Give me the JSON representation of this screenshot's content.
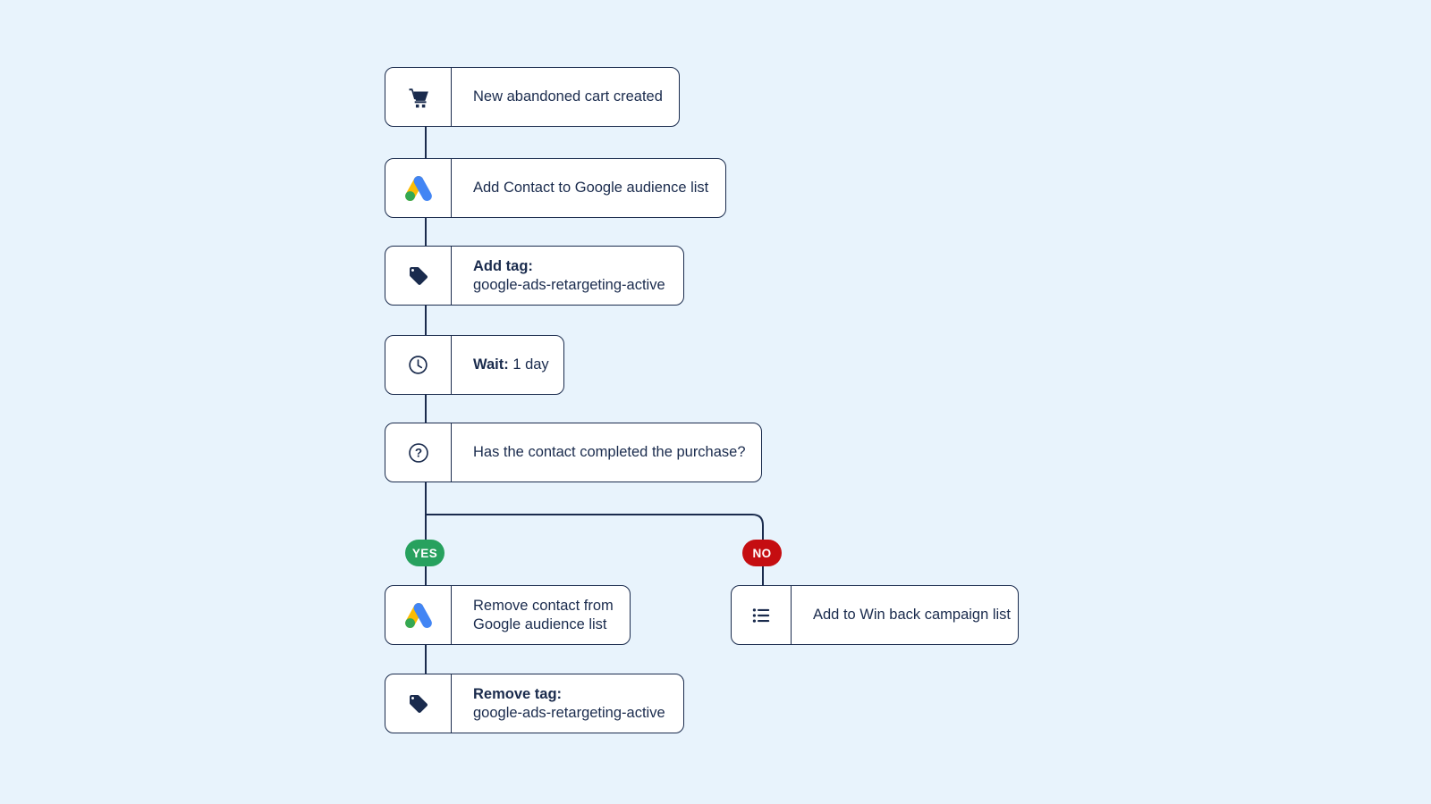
{
  "colors": {
    "background": "#e8f3fc",
    "ink": "#1a2b4d",
    "node_bg": "#ffffff",
    "yes_green": "#27a15e",
    "no_red": "#c50d11",
    "google_blue": "#4285f4",
    "google_yellow": "#fbbc04",
    "google_green": "#34a853"
  },
  "nodes": {
    "trigger": {
      "icon": "shopping-cart",
      "text": "New abandoned cart created"
    },
    "add_audience": {
      "icon": "google-ads",
      "text": "Add Contact to Google audience list"
    },
    "add_tag": {
      "icon": "tag",
      "label": "Add tag:",
      "value": "google-ads-retargeting-active"
    },
    "wait": {
      "icon": "clock",
      "label": "Wait:",
      "value": "1 day"
    },
    "condition": {
      "icon": "question-mark",
      "text": "Has the contact completed the purchase?"
    },
    "remove_audience": {
      "icon": "google-ads",
      "line1": "Remove contact from",
      "line2": "Google audience list"
    },
    "remove_tag": {
      "icon": "tag",
      "label": "Remove tag:",
      "value": "google-ads-retargeting-active"
    },
    "winback": {
      "icon": "list",
      "text": "Add to Win back campaign list"
    }
  },
  "branch": {
    "yes": "YES",
    "no": "NO"
  }
}
